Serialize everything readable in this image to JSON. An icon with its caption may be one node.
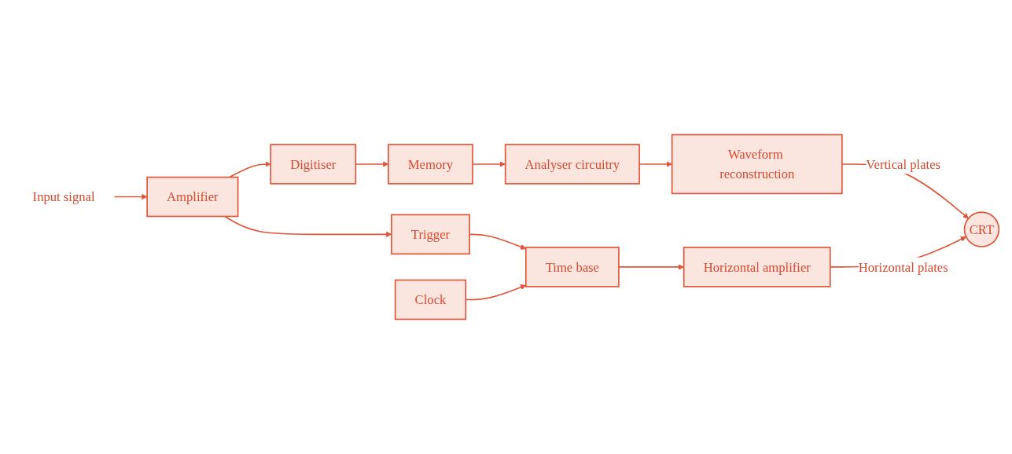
{
  "diagram": {
    "nodes": [
      {
        "text": [
          "Input signal"
        ]
      },
      {
        "text": [
          "Amplifier"
        ]
      },
      {
        "text": [
          "Digitiser"
        ]
      },
      {
        "text": [
          "Memory"
        ]
      },
      {
        "text": [
          "Analyser circuitry"
        ]
      },
      {
        "text": [
          "Waveform reconstruction"
        ]
      },
      {
        "text": [
          "CRT"
        ]
      },
      {
        "text": [
          "Trigger"
        ]
      },
      {
        "text": [
          "Clock"
        ]
      },
      {
        "text": [
          "Time base"
        ]
      },
      {
        "text": [
          "Horizontal amplifier"
        ]
      }
    ],
    "edges": [
      {
        "from": 0,
        "to": 1,
        "arrow": "to"
      },
      {
        "from": 1,
        "to": 2,
        "arrow": "to"
      },
      {
        "from": 1,
        "to": 7,
        "arrow": "to"
      },
      {
        "from": 2,
        "to": 3,
        "arrow": "to"
      },
      {
        "from": 3,
        "to": 4,
        "arrow": "to"
      },
      {
        "from": 4,
        "to": 5,
        "arrow": "to"
      },
      {
        "from": 5,
        "to": 6,
        "label": "Vertical plates",
        "arrow": "to"
      },
      {
        "from": 7,
        "to": 9,
        "arrow": "to"
      },
      {
        "from": 8,
        "to": 9,
        "arrow": "to"
      },
      {
        "from": 9,
        "to": 10,
        "arrow": "to"
      },
      {
        "from": 10,
        "to": 6,
        "label": "Horizontal plates",
        "arrow": "to"
      }
    ]
  }
}
